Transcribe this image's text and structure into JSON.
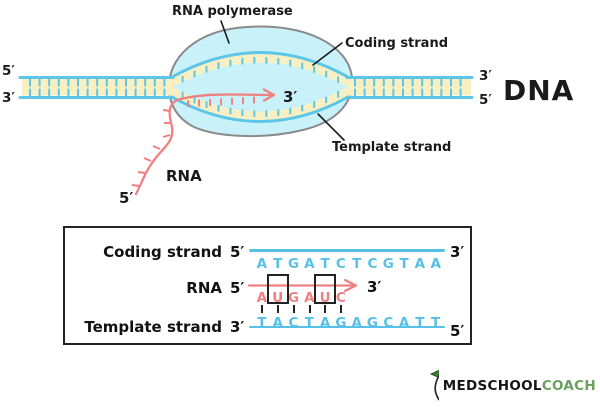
{
  "diagram": {
    "polymerase_label": "RNA polymerase",
    "coding_strand_label": "Coding strand",
    "template_strand_label": "Template strand",
    "dna_label": "DNA",
    "rna_label": "RNA",
    "dna_left_top_end": "5′",
    "dna_left_bottom_end": "3′",
    "dna_right_top_end": "3′",
    "dna_right_bottom_end": "5′",
    "rna_three_prime": "3′",
    "rna_five_prime": "5′"
  },
  "sequence_panel": {
    "coding": {
      "label": "Coding strand",
      "left_end": "5′",
      "right_end": "3′",
      "sequence": "ATGATCTCGTAA"
    },
    "rna": {
      "label": "RNA",
      "left_end": "5′",
      "right_end": "3′",
      "sequence": "AUGAUC",
      "boxed_indices": [
        1,
        4
      ]
    },
    "template": {
      "label": "Template strand",
      "left_end": "3′",
      "right_end": "5′",
      "sequence": "TACTAGAGCATT"
    },
    "base_pair_tick_count": 6
  },
  "logo": {
    "brand_primary": "MEDSCHOOL",
    "brand_secondary": "COACH"
  },
  "colors": {
    "strand_blue": "#5cc6e8",
    "base_yellow": "#f8f0c2",
    "polymerase_fill": "#c9f1f9",
    "polymerase_outline": "#8a8a8a",
    "rna_pink": "#f07f81",
    "sequence_blue": "#56c0e6",
    "ink": "#1a1a1a",
    "logo_green": "#69a05e"
  }
}
